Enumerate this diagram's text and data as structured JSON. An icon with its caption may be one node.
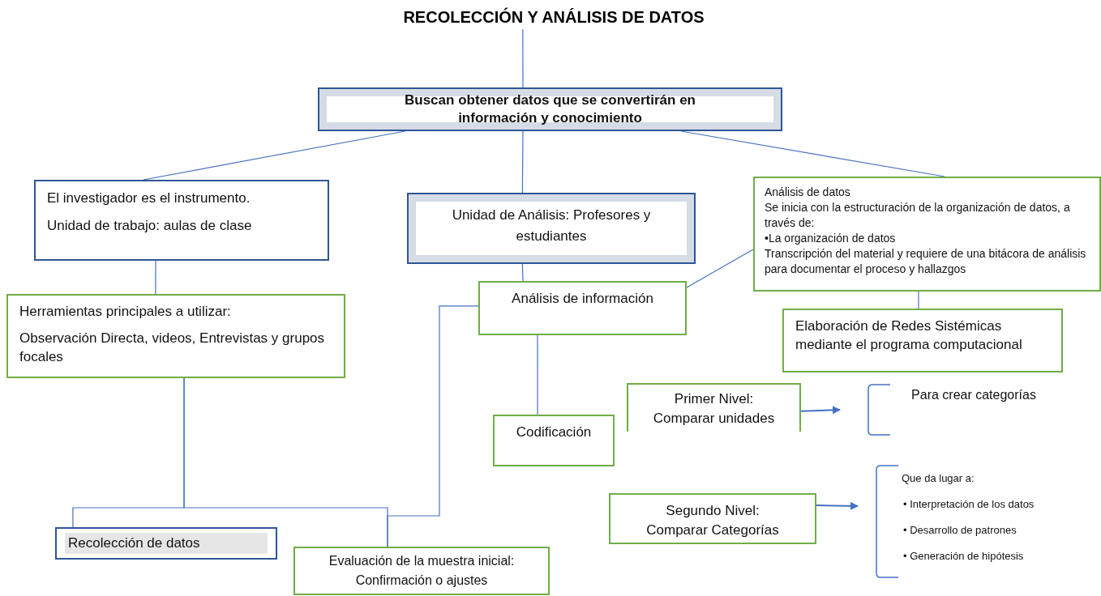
{
  "diagram": {
    "nodes": [
      {
        "text": [
          "RECOLECCIÓN Y ANÁLISIS DE DATOS"
        ]
      },
      {
        "text": [
          "Buscan obtener datos que se convertirán en información y  conocimiento"
        ]
      },
      {
        "text": [
          "El investigador es el instrumento.",
          "Unidad de trabajo: aulas de clase"
        ]
      },
      {
        "text": [
          "Unidad de Análisis: Profesores y estudiantes"
        ]
      },
      {
        "text": [
          "Análisis de datos",
          "Se inicia con la estructuración de la organización de datos, a través de:",
          "•La organización de datos",
          "Transcripción del material y requiere de una bitácora de análisis para documentar el proceso y hallazgos"
        ]
      },
      {
        "text": [
          "Herramientas principales a utilizar:",
          "Observación Directa, videos, Entrevistas y grupos focales"
        ]
      },
      {
        "text": [
          "Análisis de información"
        ]
      },
      {
        "text": [
          "Elaboración de Redes Sistémicas mediante el programa computacional"
        ]
      },
      {
        "text": [
          "Codificación"
        ]
      },
      {
        "text": [
          "Primer Nivel: Comparar unidades"
        ]
      },
      {
        "text": [
          "Para crear categorías"
        ]
      },
      {
        "text": [
          "Segundo Nivel: Comparar Categorías"
        ]
      },
      {
        "text": [
          "Que da lugar a:",
          "• Interpretación de los datos",
          "• Desarrollo de patrones",
          "• Generación de hipótesis"
        ]
      },
      {
        "text": [
          "Recolección de datos"
        ]
      },
      {
        "text": [
          "Evaluación de la muestra inicial: Confirmación o ajustes"
        ]
      }
    ],
    "edges": [
      {
        "from": 0,
        "to": 1,
        "arrow": "none"
      },
      {
        "from": 1,
        "to": 2,
        "arrow": "none"
      },
      {
        "from": 1,
        "to": 3,
        "arrow": "none"
      },
      {
        "from": 1,
        "to": 4,
        "arrow": "none"
      },
      {
        "from": 2,
        "to": 5,
        "arrow": "none"
      },
      {
        "from": 3,
        "to": 6,
        "arrow": "none"
      },
      {
        "from": 4,
        "to": 6,
        "arrow": "none"
      },
      {
        "from": 4,
        "to": 7,
        "arrow": "none"
      },
      {
        "from": 6,
        "to": 8,
        "arrow": "none"
      },
      {
        "from": 6,
        "to": 14,
        "arrow": "none"
      },
      {
        "from": 5,
        "to": 13,
        "arrow": "none"
      },
      {
        "from": 5,
        "to": 14,
        "arrow": "none"
      },
      {
        "from": 9,
        "to": 10,
        "arrow": "to"
      },
      {
        "from": 11,
        "to": 12,
        "arrow": "to"
      }
    ]
  }
}
